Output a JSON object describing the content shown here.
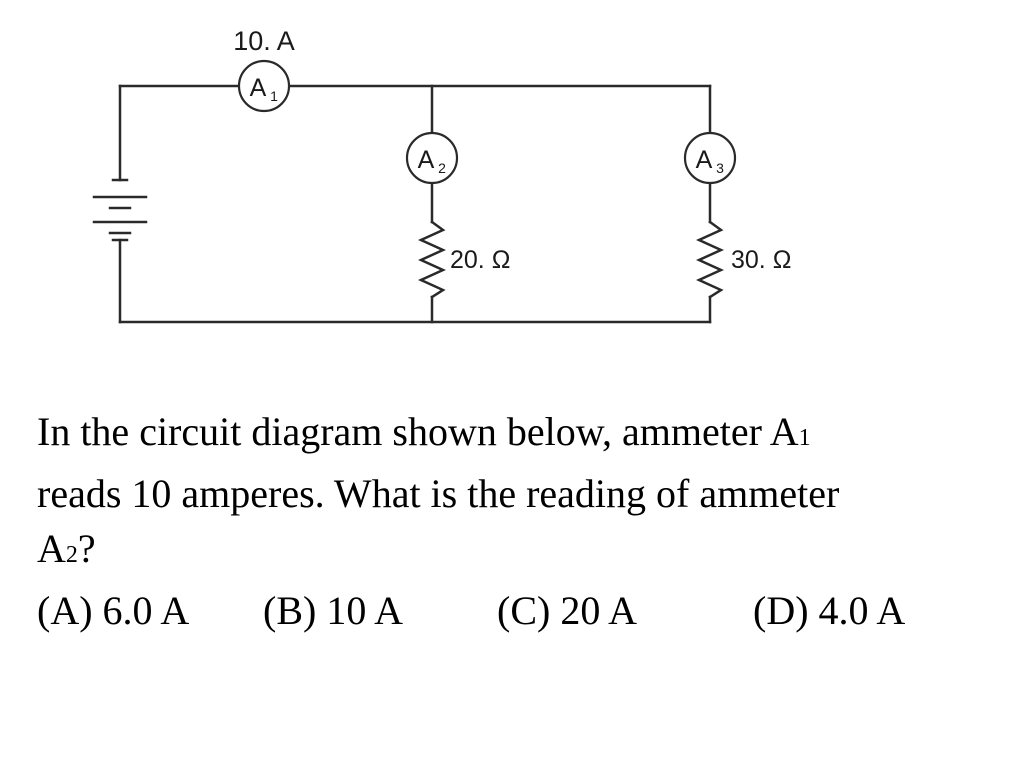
{
  "diagram": {
    "source_current_label": "10. A",
    "meters": [
      {
        "letter": "A",
        "sub": "1"
      },
      {
        "letter": "A",
        "sub": "2"
      },
      {
        "letter": "A",
        "sub": "3"
      }
    ],
    "resistors": [
      {
        "label": "20. Ω"
      },
      {
        "label": "30. Ω"
      }
    ]
  },
  "question": {
    "line1_text": "In the circuit diagram shown below, ammeter A",
    "line1_sub": "1",
    "line2_text": "reads 10 amperes. What is the reading of ammeter",
    "line3_text": "A",
    "line3_sub": "2",
    "line3_tail": "?",
    "choices": [
      "(A) 6.0 A",
      "(B) 10 A",
      "(C) 20 A",
      "(D) 4.0 A"
    ]
  }
}
